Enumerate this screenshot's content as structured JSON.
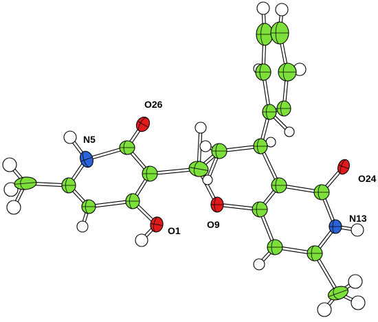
{
  "figure": {
    "labels": {
      "O26": "O26",
      "N5": "N5",
      "O1": "O1",
      "O9": "O9",
      "O24": "O24",
      "N13": "N13"
    }
  },
  "colors": {
    "carbon": "#7de03a",
    "nitrogen": "#2a63d6",
    "oxygen": "#e01b1b",
    "hydrogen": "#ffffff",
    "bond": "#ffffff",
    "outline": "#000000"
  }
}
